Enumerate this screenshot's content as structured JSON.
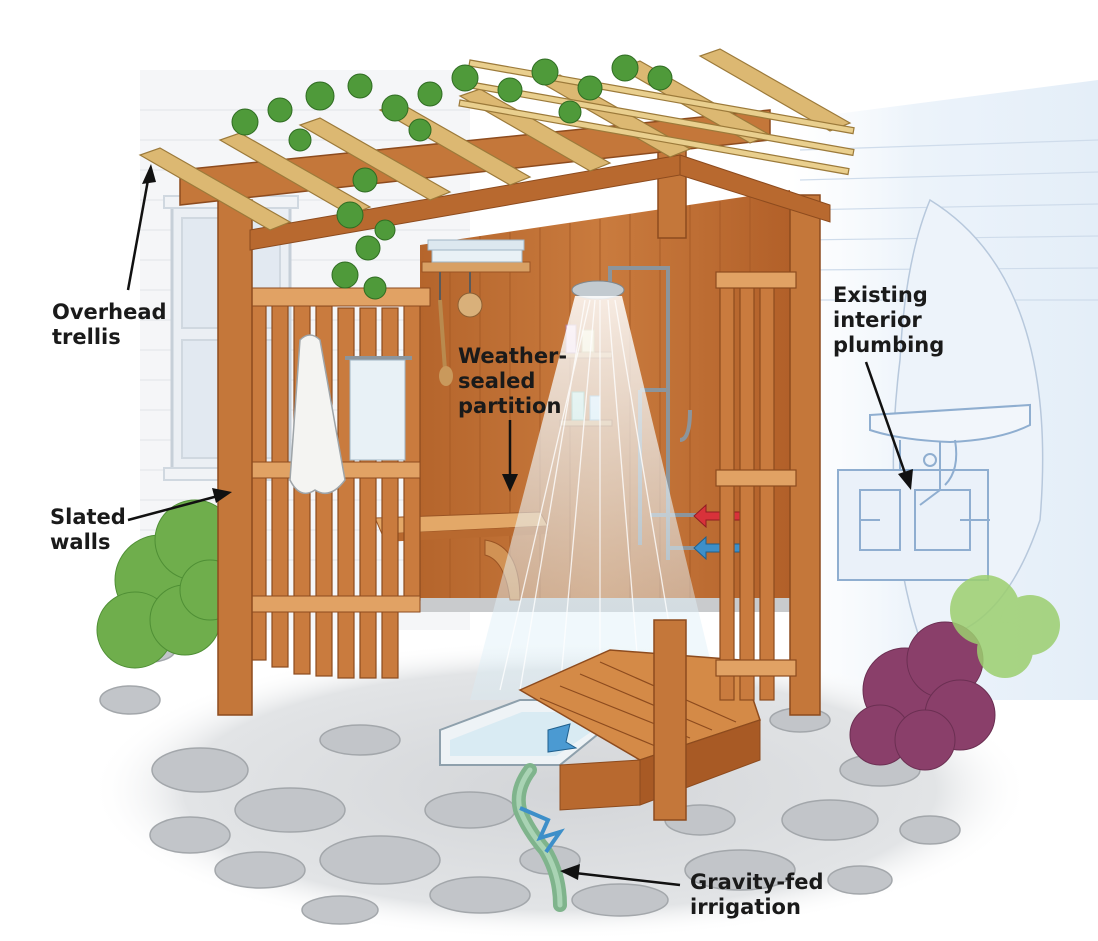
{
  "callouts": {
    "overhead_trellis": {
      "line1": "Overhead",
      "line2": "trellis"
    },
    "slated_walls": {
      "line1": "Slated",
      "line2": "walls"
    },
    "weather_sealed_partition": {
      "line1": "Weather-",
      "line2": "sealed",
      "line3": "partition"
    },
    "existing_interior_plumbing": {
      "line1": "Existing",
      "line2": "interior",
      "line3": "plumbing"
    },
    "gravity_fed_irrigation": {
      "line1": "Gravity-fed",
      "line2": "irrigation"
    }
  },
  "colors": {
    "cedar": "#c4773a",
    "cedar_dark": "#9a5424",
    "cedar_light": "#e1a264",
    "trellis": "#d9b46a",
    "foliage": "#4f9a3a",
    "water": "#a9d3e8",
    "stone": "#b9bcc0",
    "house_line": "#9fb6cf",
    "hot_arrow": "#d8323a",
    "cold_arrow": "#3d8fc9"
  }
}
